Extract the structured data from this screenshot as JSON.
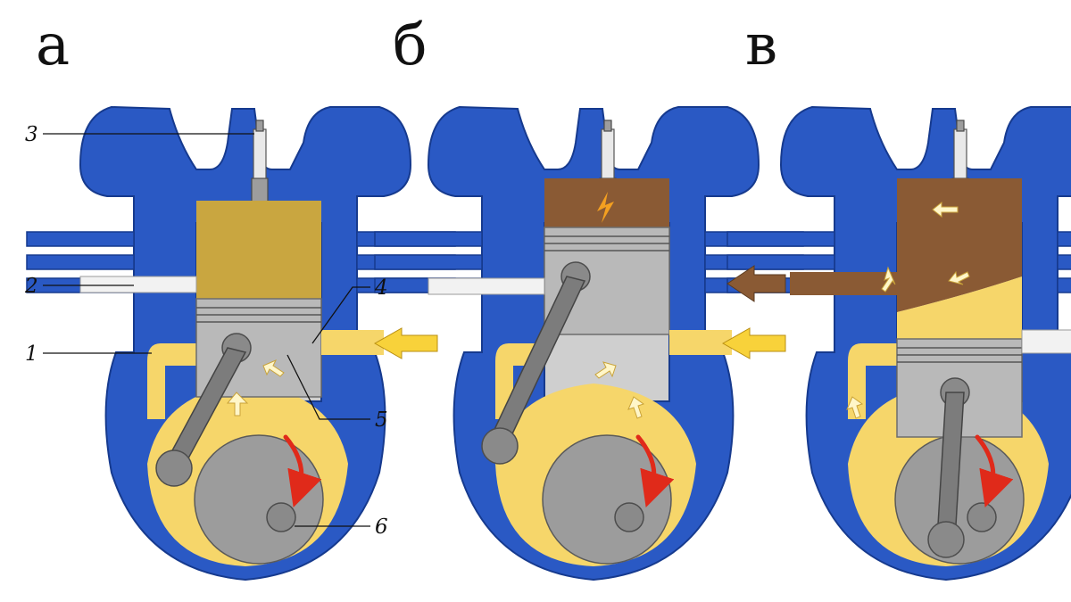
{
  "panels": [
    {
      "letter": "а"
    },
    {
      "letter": "б"
    },
    {
      "letter": "в"
    }
  ],
  "callouts": [
    "1",
    "2",
    "3",
    "4",
    "5",
    "6"
  ],
  "colors": {
    "block": "#2a59c4",
    "charge": "#f6d66a",
    "compressed_mix": "#c9a640",
    "burnt_gas": "#8a5a34",
    "metal": "#b9b9b9",
    "rotation_arrow": "#e02a1a"
  }
}
